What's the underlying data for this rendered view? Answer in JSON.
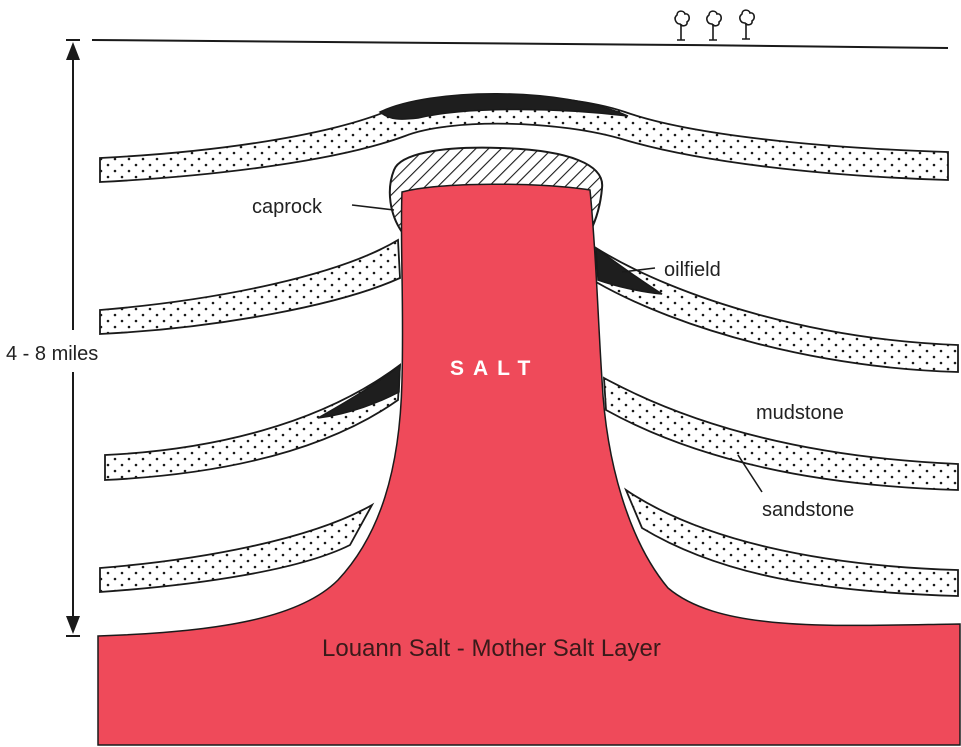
{
  "colors": {
    "salt": "#ef4a5a",
    "oil": "#1e1e1e",
    "ink": "#1a1a1a",
    "background": "#ffffff"
  },
  "labels": {
    "caprock": "caprock",
    "oilfield": "oilfield",
    "depth": "4 - 8 miles",
    "salt": "SALT",
    "mudstone": "mudstone",
    "sandstone": "sandstone",
    "mother_salt": "Louann Salt - Mother Salt Layer"
  },
  "icons": [
    "tree-icon",
    "tree-icon",
    "tree-icon",
    "double-arrow-icon"
  ]
}
